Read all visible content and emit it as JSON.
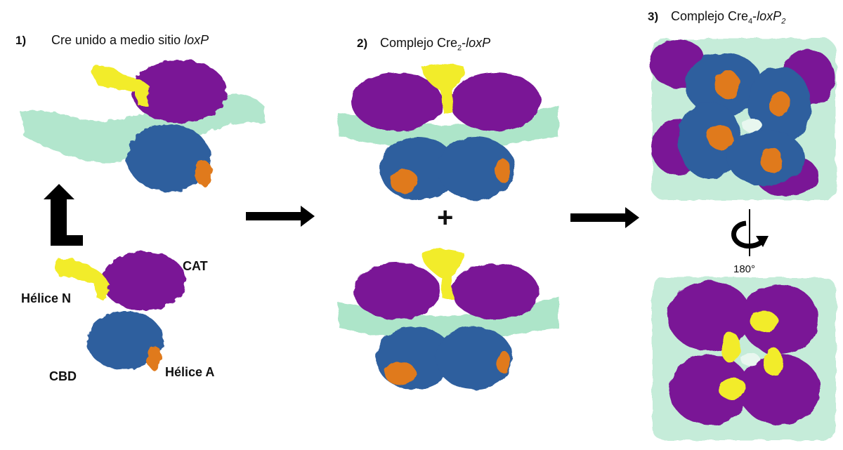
{
  "steps": [
    {
      "number": "1)",
      "title_pre": "Cre unido a medio sitio ",
      "title_it": "loxP"
    },
    {
      "number": "2)",
      "title_pre": "Complejo Cre",
      "title_sub": "2",
      "title_mid": "-",
      "title_it": "loxP"
    },
    {
      "number": "3)",
      "title_pre": "Complejo Cre",
      "title_sub": "4",
      "title_mid": "-",
      "title_it": "loxP",
      "title_it_sub": "2"
    }
  ],
  "domain_labels": {
    "cat": "CAT",
    "helix_n": "Hélice N",
    "cbd": "CBD",
    "helix_a": "Hélice A"
  },
  "plus": "+",
  "rotation": "180°",
  "colors": {
    "dna": "#9fe0c0",
    "cat": "#7a1496",
    "cbd": "#2e5e9e",
    "helix_n": "#f2ec2a",
    "helix_a": "#e07a1a"
  }
}
